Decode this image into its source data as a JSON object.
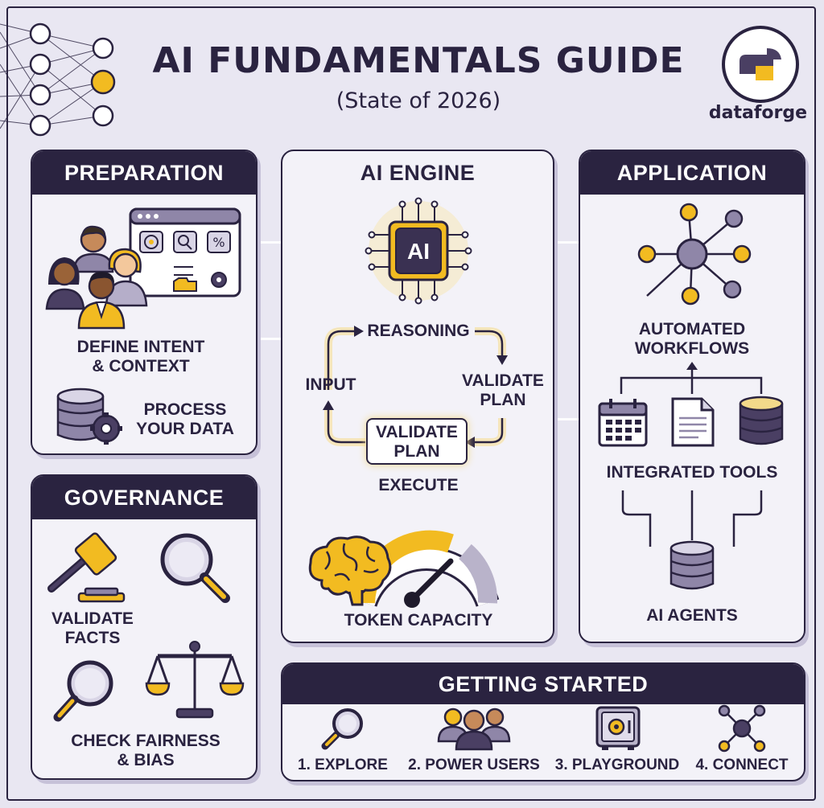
{
  "header": {
    "title": "AI FUNDAMENTALS GUIDE",
    "subtitle": "(State of 2026)",
    "brand": "dataforge"
  },
  "colors": {
    "navy": "#2a2340",
    "accent": "#f2bb21",
    "lavender": "#8f86a8",
    "panel": "#f3f2f8"
  },
  "preparation": {
    "heading": "PREPARATION",
    "intent_label": "DEFINE INTENT\n& CONTEXT",
    "data_label": "PROCESS\nYOUR DATA",
    "icons": [
      "team-icon",
      "dashboard-icon",
      "database-gear-icon"
    ]
  },
  "governance": {
    "heading": "GOVERNANCE",
    "facts_label": "VALIDATE\nFACTS",
    "fairness_label": "CHECK FAIRNESS\n& BIAS",
    "icons": [
      "gavel-icon",
      "magnifier-icon",
      "scales-icon"
    ]
  },
  "engine": {
    "heading": "AI ENGINE",
    "chip_text": "AI",
    "loop": {
      "reasoning": "REASONING",
      "input": "INPUT",
      "validate_right": "VALIDATE\nPLAN",
      "validate_box": "VALIDATE\nPLAN",
      "execute": "EXECUTE"
    },
    "capacity_label": "TOKEN CAPACITY",
    "icons": [
      "ai-chip-icon",
      "brain-icon",
      "gauge-icon"
    ]
  },
  "application": {
    "heading": "APPLICATION",
    "workflows_label": "AUTOMATED\nWORKFLOWS",
    "tools_label": "INTEGRATED TOOLS",
    "agents_label": "AI AGENTS",
    "icons": [
      "network-icon",
      "calendar-icon",
      "document-icon",
      "database-icon"
    ]
  },
  "getting_started": {
    "heading": "GETTING STARTED",
    "steps": [
      {
        "label": "1. EXPLORE",
        "icon": "magnifier-icon"
      },
      {
        "label": "2. POWER USERS",
        "icon": "users-icon"
      },
      {
        "label": "3. PLAYGROUND",
        "icon": "safe-icon"
      },
      {
        "label": "4. CONNECT",
        "icon": "network-icon"
      }
    ]
  }
}
